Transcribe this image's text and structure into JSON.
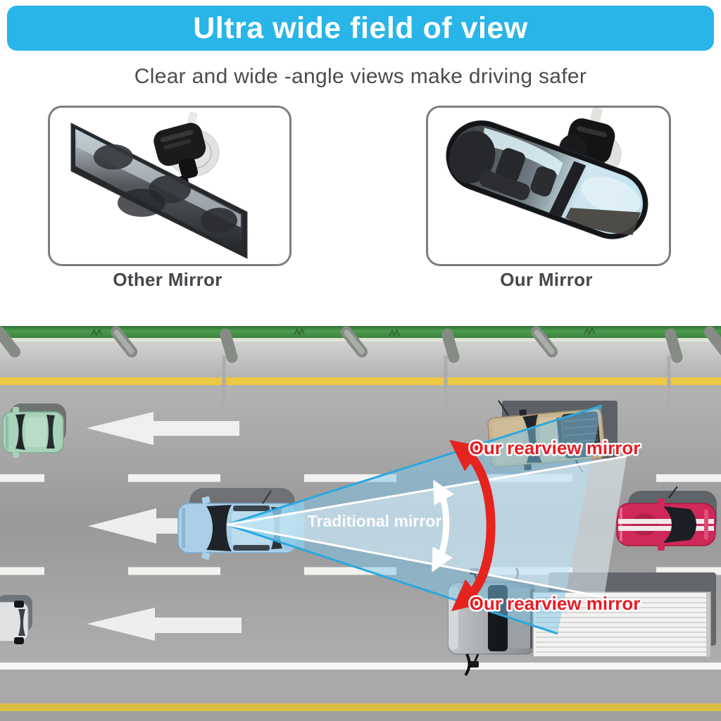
{
  "header": {
    "title": "Ultra wide field of view",
    "subtitle": "Clear and wide -angle views make driving safer",
    "banner_color": "#29b5e8"
  },
  "comparison": {
    "other_mirror": {
      "label": "Other Mirror"
    },
    "our_mirror": {
      "label": "Our Mirror"
    }
  },
  "diagram": {
    "label_top": "Our rearview mirror",
    "label_bottom": "Our rearview mirror",
    "label_traditional": "Traditional mirror",
    "colors": {
      "fov_cone_fill": "#7dc6e8",
      "cone_border": "#2ba7de",
      "angle_arrow_red": "#e52420",
      "label_red": "#e41e25",
      "road_yellow": "#edc844",
      "grass_green": "#4d9b4d"
    }
  }
}
